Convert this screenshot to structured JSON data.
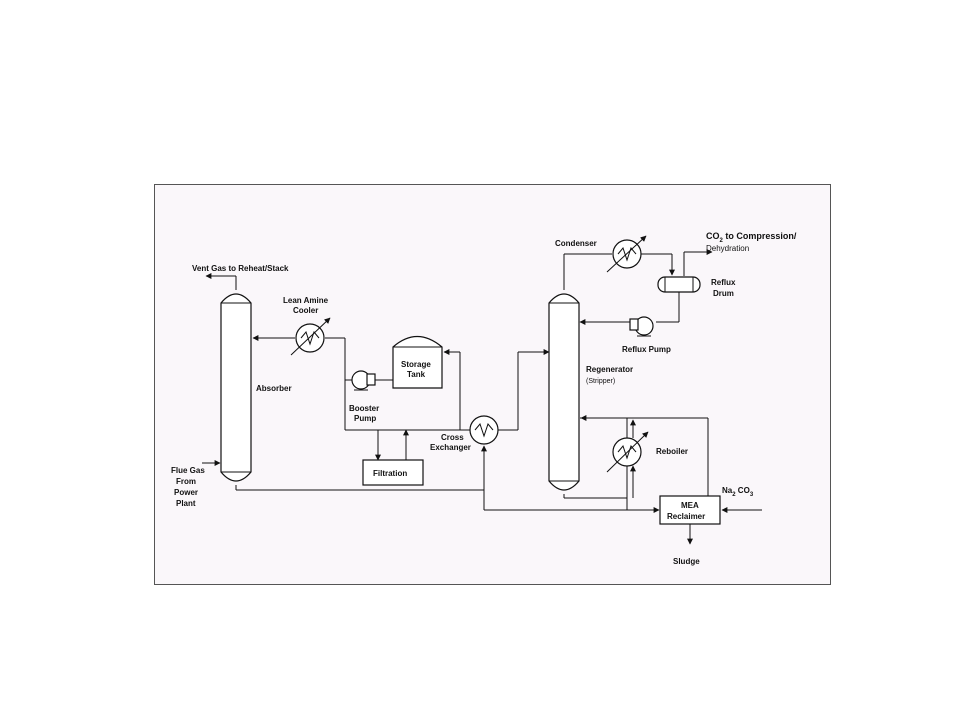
{
  "labels": {
    "vent_gas": "Vent Gas to Reheat/Stack",
    "lean_amine_cooler_1": "Lean Amine",
    "lean_amine_cooler_2": "Cooler",
    "absorber": "Absorber",
    "storage_tank_1": "Storage",
    "storage_tank_2": "Tank",
    "booster_pump_1": "Booster",
    "booster_pump_2": "Pump",
    "flue_gas_1": "Flue Gas",
    "flue_gas_2": "From",
    "flue_gas_3": "Power",
    "flue_gas_4": "Plant",
    "filtration": "Filtration",
    "cross_exchanger_1": "Cross",
    "cross_exchanger_2": "Exchanger",
    "condenser": "Condenser",
    "co2_prefix": "CO",
    "co2_sub": "2",
    "co2_suffix": " to Compression/",
    "dehydration": "Dehydration",
    "reflux_drum_1": "Reflux",
    "reflux_drum_2": "Drum",
    "reflux_pump": "Reflux Pump",
    "regenerator": "Regenerator",
    "stripper": "(Stripper)",
    "reboiler": "Reboiler",
    "na2co3_prefix": "Na",
    "na2co3_sub1": "2",
    "na2co3_mid": " CO",
    "na2co3_sub2": "3",
    "mea_reclaimer_1": "MEA",
    "mea_reclaimer_2": "Reclaimer",
    "sludge": "Sludge"
  },
  "colors": {
    "background": "#faf7fa",
    "line": "#111111"
  }
}
